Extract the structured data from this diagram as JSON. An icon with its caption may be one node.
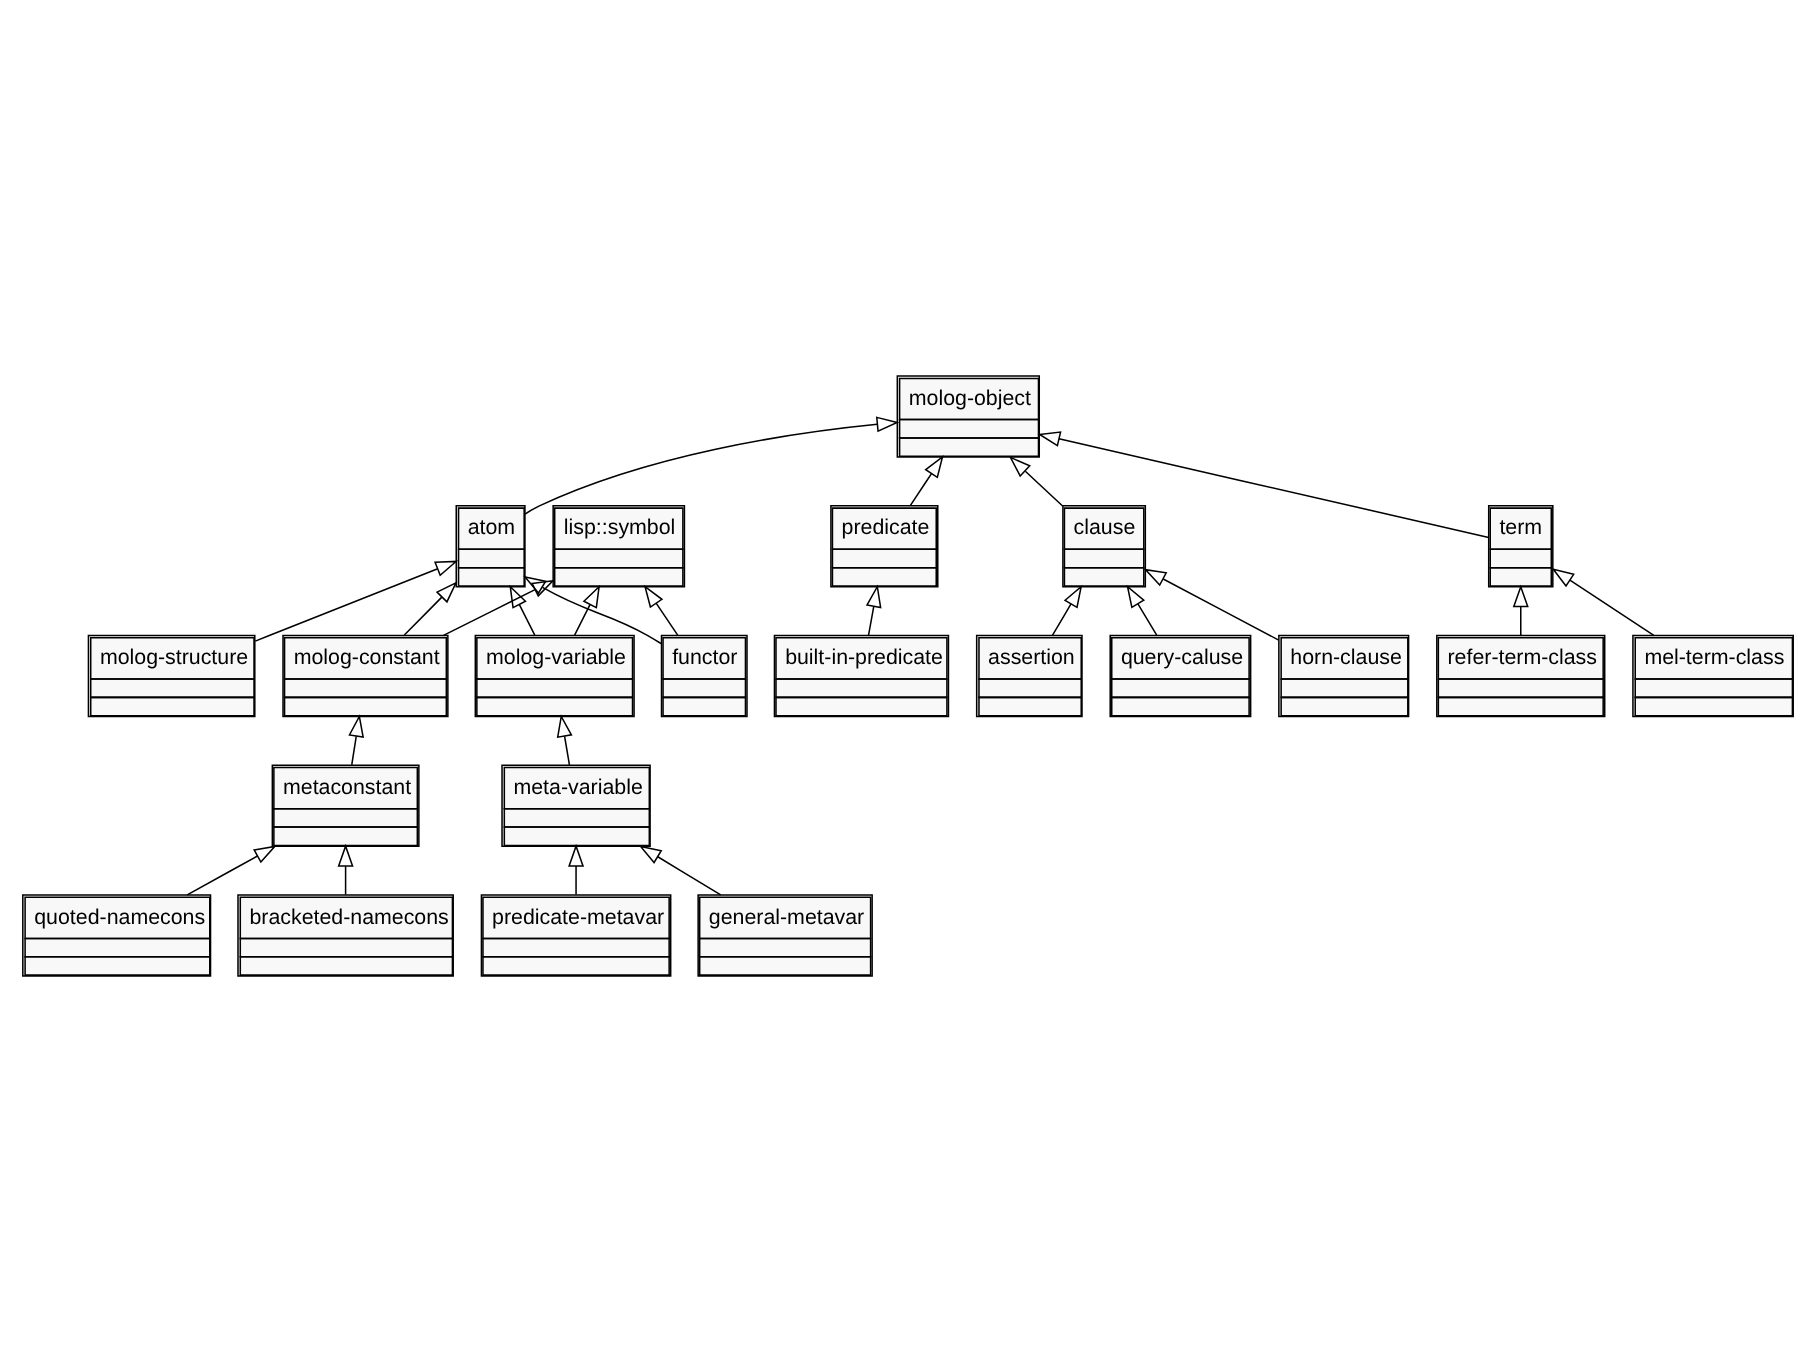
{
  "diagram": {
    "nodes": [
      {
        "text": [
          "molog-object"
        ]
      },
      {
        "text": [
          "predicate"
        ]
      },
      {
        "text": [
          "built-in-predicate"
        ]
      },
      {
        "text": [
          "lisp::symbol"
        ]
      },
      {
        "text": [
          "atom"
        ]
      },
      {
        "text": [
          "clause"
        ]
      },
      {
        "text": [
          "assertion"
        ]
      },
      {
        "text": [
          "query-caluse"
        ]
      },
      {
        "text": [
          "horn-clause"
        ]
      },
      {
        "text": [
          "functor"
        ]
      },
      {
        "text": [
          "molog-variable"
        ]
      },
      {
        "text": [
          "molog-constant"
        ]
      },
      {
        "text": [
          "molog-structure"
        ]
      },
      {
        "text": [
          "term"
        ]
      },
      {
        "text": [
          "meta-variable"
        ]
      },
      {
        "text": [
          "metaconstant"
        ]
      },
      {
        "text": [
          "predicate-metavar"
        ]
      },
      {
        "text": [
          "general-metavar"
        ]
      },
      {
        "text": [
          "quoted-namecons"
        ]
      },
      {
        "text": [
          "bracketed-namecons"
        ]
      },
      {
        "text": [
          "mel-term-class"
        ]
      },
      {
        "text": [
          "refer-term-class"
        ]
      }
    ],
    "edges": [
      {
        "from": 1,
        "to": 0,
        "arrow": "to"
      },
      {
        "from": 4,
        "to": 0,
        "arrow": "to"
      },
      {
        "from": 13,
        "to": 0,
        "arrow": "to"
      },
      {
        "from": 5,
        "to": 0,
        "arrow": "to"
      },
      {
        "from": 2,
        "to": 1,
        "arrow": "to"
      },
      {
        "from": 6,
        "to": 5,
        "arrow": "to"
      },
      {
        "from": 7,
        "to": 5,
        "arrow": "to"
      },
      {
        "from": 8,
        "to": 5,
        "arrow": "to"
      },
      {
        "from": 9,
        "to": 3,
        "arrow": "to"
      },
      {
        "from": 10,
        "to": 3,
        "arrow": "to"
      },
      {
        "from": 11,
        "to": 3,
        "arrow": "to"
      },
      {
        "from": 9,
        "to": 4,
        "arrow": "to"
      },
      {
        "from": 10,
        "to": 4,
        "arrow": "to"
      },
      {
        "from": 11,
        "to": 4,
        "arrow": "to"
      },
      {
        "from": 12,
        "to": 4,
        "arrow": "to"
      },
      {
        "from": 14,
        "to": 10,
        "arrow": "to"
      },
      {
        "from": 15,
        "to": 11,
        "arrow": "to"
      },
      {
        "from": 16,
        "to": 14,
        "arrow": "to"
      },
      {
        "from": 17,
        "to": 14,
        "arrow": "to"
      },
      {
        "from": 18,
        "to": 15,
        "arrow": "to"
      },
      {
        "from": 19,
        "to": 15,
        "arrow": "to"
      },
      {
        "from": 20,
        "to": 13,
        "arrow": "to"
      },
      {
        "from": 21,
        "to": 13,
        "arrow": "to"
      }
    ]
  }
}
